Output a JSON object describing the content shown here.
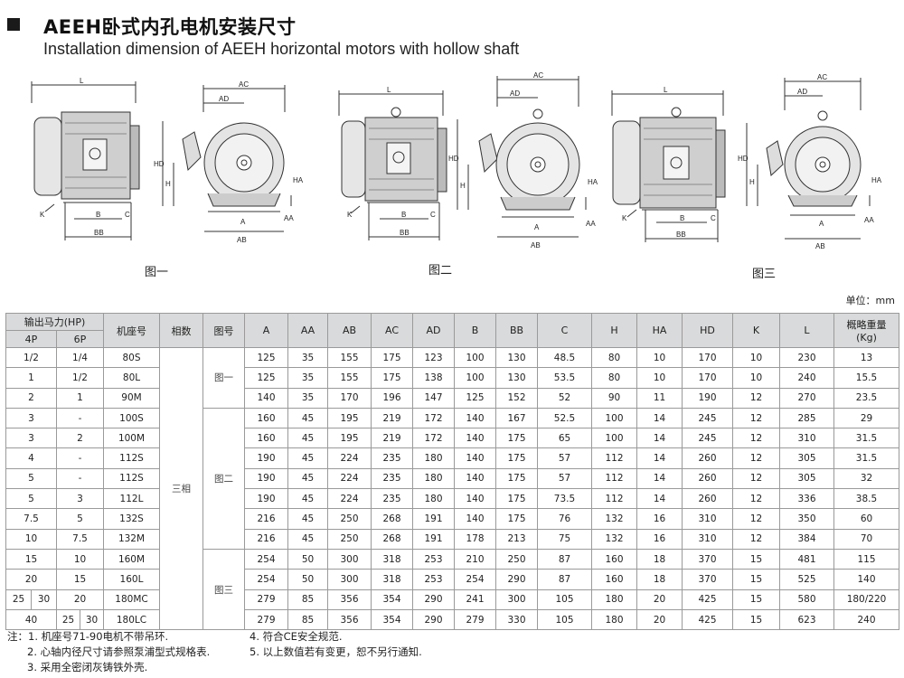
{
  "header": {
    "title_cn": "AEEH卧式内孔电机安装尺寸",
    "title_en": "Installation dimension of AEEH horizontal motors with hollow shaft"
  },
  "figures": [
    {
      "caption": "图一",
      "labels": {
        "L": "L",
        "AC": "AC",
        "AD": "AD",
        "HD": "HD",
        "H": "H",
        "HA": "HA",
        "A": "A",
        "AA": "AA",
        "AB": "AB",
        "B": "B",
        "BB": "BB",
        "C": "C",
        "K": "K"
      }
    },
    {
      "caption": "图二",
      "labels": {
        "L": "L",
        "AC": "AC",
        "AD": "AD",
        "HD": "HD",
        "H": "H",
        "HA": "HA",
        "A": "A",
        "AA": "AA",
        "AB": "AB",
        "B": "B",
        "BB": "BB",
        "C": "C",
        "K": "K"
      }
    },
    {
      "caption": "图三",
      "labels": {
        "L": "L",
        "AC": "AC",
        "AD": "AD",
        "HD": "HD",
        "H": "H",
        "HA": "HA",
        "A": "A",
        "AA": "AA",
        "AB": "AB",
        "B": "B",
        "BB": "BB",
        "C": "C",
        "K": "K"
      }
    }
  ],
  "unit": "单位：mm",
  "table": {
    "head": {
      "output": "输出马力(HP)",
      "pole4": "4P",
      "pole6": "6P",
      "frame": "机座号",
      "phase": "相数",
      "figure": "图号",
      "cols": [
        "A",
        "AA",
        "AB",
        "AC",
        "AD",
        "B",
        "BB",
        "C",
        "H",
        "HA",
        "HD",
        "K",
        "L"
      ],
      "weight": "概略重量",
      "weight_unit": "(Kg)"
    },
    "phase_value": "三相",
    "rows": [
      {
        "p4a": "1/2",
        "p4b": "",
        "p6a": "1/4",
        "p6b": "",
        "frame": "80S",
        "fig": "图一",
        "span": 3,
        "v": [
          "125",
          "35",
          "155",
          "175",
          "123",
          "100",
          "130",
          "48.5",
          "80",
          "10",
          "170",
          "10",
          "230",
          "13"
        ]
      },
      {
        "p4a": "1",
        "p4b": "",
        "p6a": "1/2",
        "p6b": "",
        "frame": "80L",
        "fig": "",
        "v": [
          "125",
          "35",
          "155",
          "175",
          "138",
          "100",
          "130",
          "53.5",
          "80",
          "10",
          "170",
          "10",
          "240",
          "15.5"
        ]
      },
      {
        "p4a": "2",
        "p4b": "",
        "p6a": "1",
        "p6b": "",
        "frame": "90M",
        "fig": "",
        "v": [
          "140",
          "35",
          "170",
          "196",
          "147",
          "125",
          "152",
          "52",
          "90",
          "11",
          "190",
          "12",
          "270",
          "23.5"
        ]
      },
      {
        "p4a": "3",
        "p4b": "",
        "p6a": "-",
        "p6b": "",
        "frame": "100S",
        "fig": "图二",
        "span": 7,
        "v": [
          "160",
          "45",
          "195",
          "219",
          "172",
          "140",
          "167",
          "52.5",
          "100",
          "14",
          "245",
          "12",
          "285",
          "29"
        ]
      },
      {
        "p4a": "3",
        "p4b": "",
        "p6a": "2",
        "p6b": "",
        "frame": "100M",
        "fig": "",
        "v": [
          "160",
          "45",
          "195",
          "219",
          "172",
          "140",
          "175",
          "65",
          "100",
          "14",
          "245",
          "12",
          "310",
          "31.5"
        ]
      },
      {
        "p4a": "4",
        "p4b": "",
        "p6a": "-",
        "p6b": "",
        "frame": "112S",
        "fig": "",
        "v": [
          "190",
          "45",
          "224",
          "235",
          "180",
          "140",
          "175",
          "57",
          "112",
          "14",
          "260",
          "12",
          "305",
          "31.5"
        ]
      },
      {
        "p4a": "5",
        "p4b": "",
        "p6a": "-",
        "p6b": "",
        "frame": "112S",
        "fig": "",
        "v": [
          "190",
          "45",
          "224",
          "235",
          "180",
          "140",
          "175",
          "57",
          "112",
          "14",
          "260",
          "12",
          "305",
          "32"
        ]
      },
      {
        "p4a": "5",
        "p4b": "",
        "p6a": "3",
        "p6b": "",
        "frame": "112L",
        "fig": "",
        "v": [
          "190",
          "45",
          "224",
          "235",
          "180",
          "140",
          "175",
          "73.5",
          "112",
          "14",
          "260",
          "12",
          "336",
          "38.5"
        ]
      },
      {
        "p4a": "7.5",
        "p4b": "",
        "p6a": "5",
        "p6b": "",
        "frame": "132S",
        "fig": "",
        "v": [
          "216",
          "45",
          "250",
          "268",
          "191",
          "140",
          "175",
          "76",
          "132",
          "16",
          "310",
          "12",
          "350",
          "60"
        ]
      },
      {
        "p4a": "10",
        "p4b": "",
        "p6a": "7.5",
        "p6b": "",
        "frame": "132M",
        "fig": "",
        "v": [
          "216",
          "45",
          "250",
          "268",
          "191",
          "178",
          "213",
          "75",
          "132",
          "16",
          "310",
          "12",
          "384",
          "70"
        ]
      },
      {
        "p4a": "15",
        "p4b": "",
        "p6a": "10",
        "p6b": "",
        "frame": "160M",
        "fig": "图三",
        "span": 4,
        "v": [
          "254",
          "50",
          "300",
          "318",
          "253",
          "210",
          "250",
          "87",
          "160",
          "18",
          "370",
          "15",
          "481",
          "115"
        ]
      },
      {
        "p4a": "20",
        "p4b": "",
        "p6a": "15",
        "p6b": "",
        "frame": "160L",
        "fig": "",
        "v": [
          "254",
          "50",
          "300",
          "318",
          "253",
          "254",
          "290",
          "87",
          "160",
          "18",
          "370",
          "15",
          "525",
          "140"
        ]
      },
      {
        "p4a": "25",
        "p4b": "30",
        "p6a": "20",
        "p6b": "",
        "frame": "180MC",
        "fig": "",
        "v": [
          "279",
          "85",
          "356",
          "354",
          "290",
          "241",
          "300",
          "105",
          "180",
          "20",
          "425",
          "15",
          "580",
          "180/220"
        ]
      },
      {
        "p4a": "40",
        "p4b": "",
        "p6a": "25",
        "p6b": "30",
        "frame": "180LC",
        "fig": "",
        "v": [
          "279",
          "85",
          "356",
          "354",
          "290",
          "279",
          "330",
          "105",
          "180",
          "20",
          "425",
          "15",
          "623",
          "240"
        ]
      }
    ]
  },
  "notes": {
    "left": [
      "注：1. 机座号71-90电机不带吊环.",
      "2. 心轴内径尺寸请参照泵浦型式规格表.",
      "3. 采用全密闭灰铸铁外壳."
    ],
    "right": [
      "4. 符合CE安全规范.",
      "5. 以上数值若有变更，恕不另行通知."
    ]
  }
}
